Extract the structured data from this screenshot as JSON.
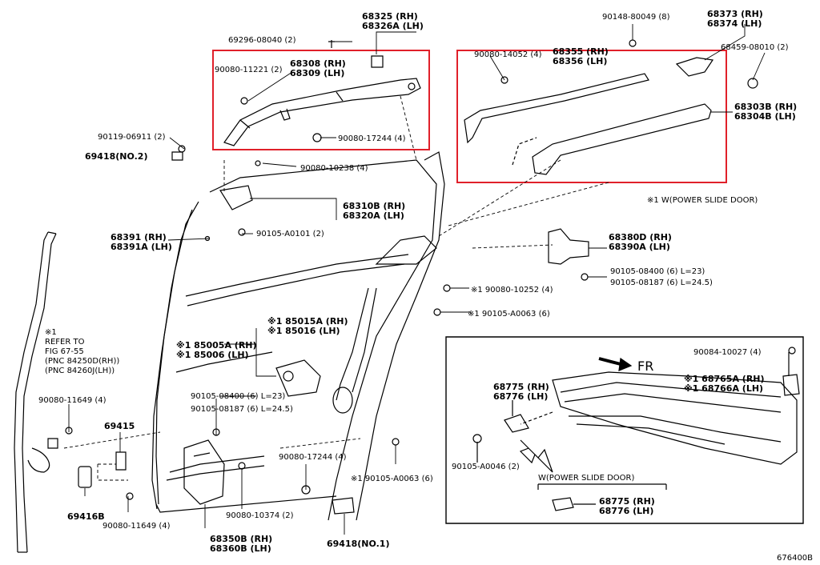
{
  "figure_id": "676400B",
  "note_power_slide_door": "※1 W(POWER SLIDE DOOR)",
  "inset_direction": "FR",
  "inset_caption": "W(POWER SLIDE DOOR)",
  "refer_note": [
    "※1",
    "REFER TO",
    "FIG 67-55",
    "(PNC 84250D(RH))",
    "(PNC 84260J(LH))"
  ],
  "highlight_color": "#e0202a",
  "parts": {
    "p68325": [
      "68325 (RH)",
      "68326A (LH)"
    ],
    "p69296": "69296-08040 (2)",
    "p68308": [
      "68308 (RH)",
      "68309 (LH)"
    ],
    "p90080_11221": "90080-11221 (2)",
    "p90080_17244_top": "90080-17244 (4)",
    "p90119": "90119-06911 (2)",
    "p69418_no2": "69418(NO.2)",
    "p90080_10238": "90080-10238 (4)",
    "p68310": [
      "68310B (RH)",
      "68320A (LH)"
    ],
    "p90105_a0101": "90105-A0101 (2)",
    "p68391": [
      "68391 (RH)",
      "68391A (LH)"
    ],
    "p90148": "90148-80049 (8)",
    "p68373": [
      "68373 (RH)",
      "68374 (LH)"
    ],
    "p90080_14052": "90080-14052 (4)",
    "p68355": [
      "68355 (RH)",
      "68356 (LH)"
    ],
    "p68459": "68459-08010 (2)",
    "p68303": [
      "68303B (RH)",
      "68304B (LH)"
    ],
    "p68380": [
      "68380D (RH)",
      "68390A (LH)"
    ],
    "p90105_08400_r": "90105-08400 (6) L=23)",
    "p90105_08187_r": "90105-08187 (6) L=24.5)",
    "p90080_10252": "※1 90080-10252 (4)",
    "p90105_a0063_mid": "※1 90105-A0063 (6)",
    "p185015": [
      "※1 85015A (RH)",
      "※1 85016 (LH)"
    ],
    "p185005": [
      "※1 85005A (RH)",
      "※1 85006 (LH)"
    ],
    "p90105_08400_l": "90105-08400 (6) L=23)",
    "p90105_08187_l": "90105-08187 (6) L=24.5)",
    "p90080_11649_a": "90080-11649 (4)",
    "p69415": "69415",
    "p69416b": "69416B",
    "p90080_11649_b": "90080-11649 (4)",
    "p68350": [
      "68350B (RH)",
      "68360B (LH)"
    ],
    "p90080_10374": "90080-10374 (2)",
    "p90080_17244_bot": "90080-17244 (4)",
    "p90105_a0063_bot": "※1 90105-A0063 (6)",
    "p69418_no1": "69418(NO.1)",
    "p90084": "90084-10027 (4)",
    "p68765": [
      "※1 68765A (RH)",
      "※1 68766A (LH)"
    ],
    "p68775_inset": [
      "68775 (RH)",
      "68776 (LH)"
    ],
    "p90105_a0046": "90105-A0046 (2)",
    "p68775_cap": [
      "68775 (RH)",
      "68776 (LH)"
    ]
  }
}
